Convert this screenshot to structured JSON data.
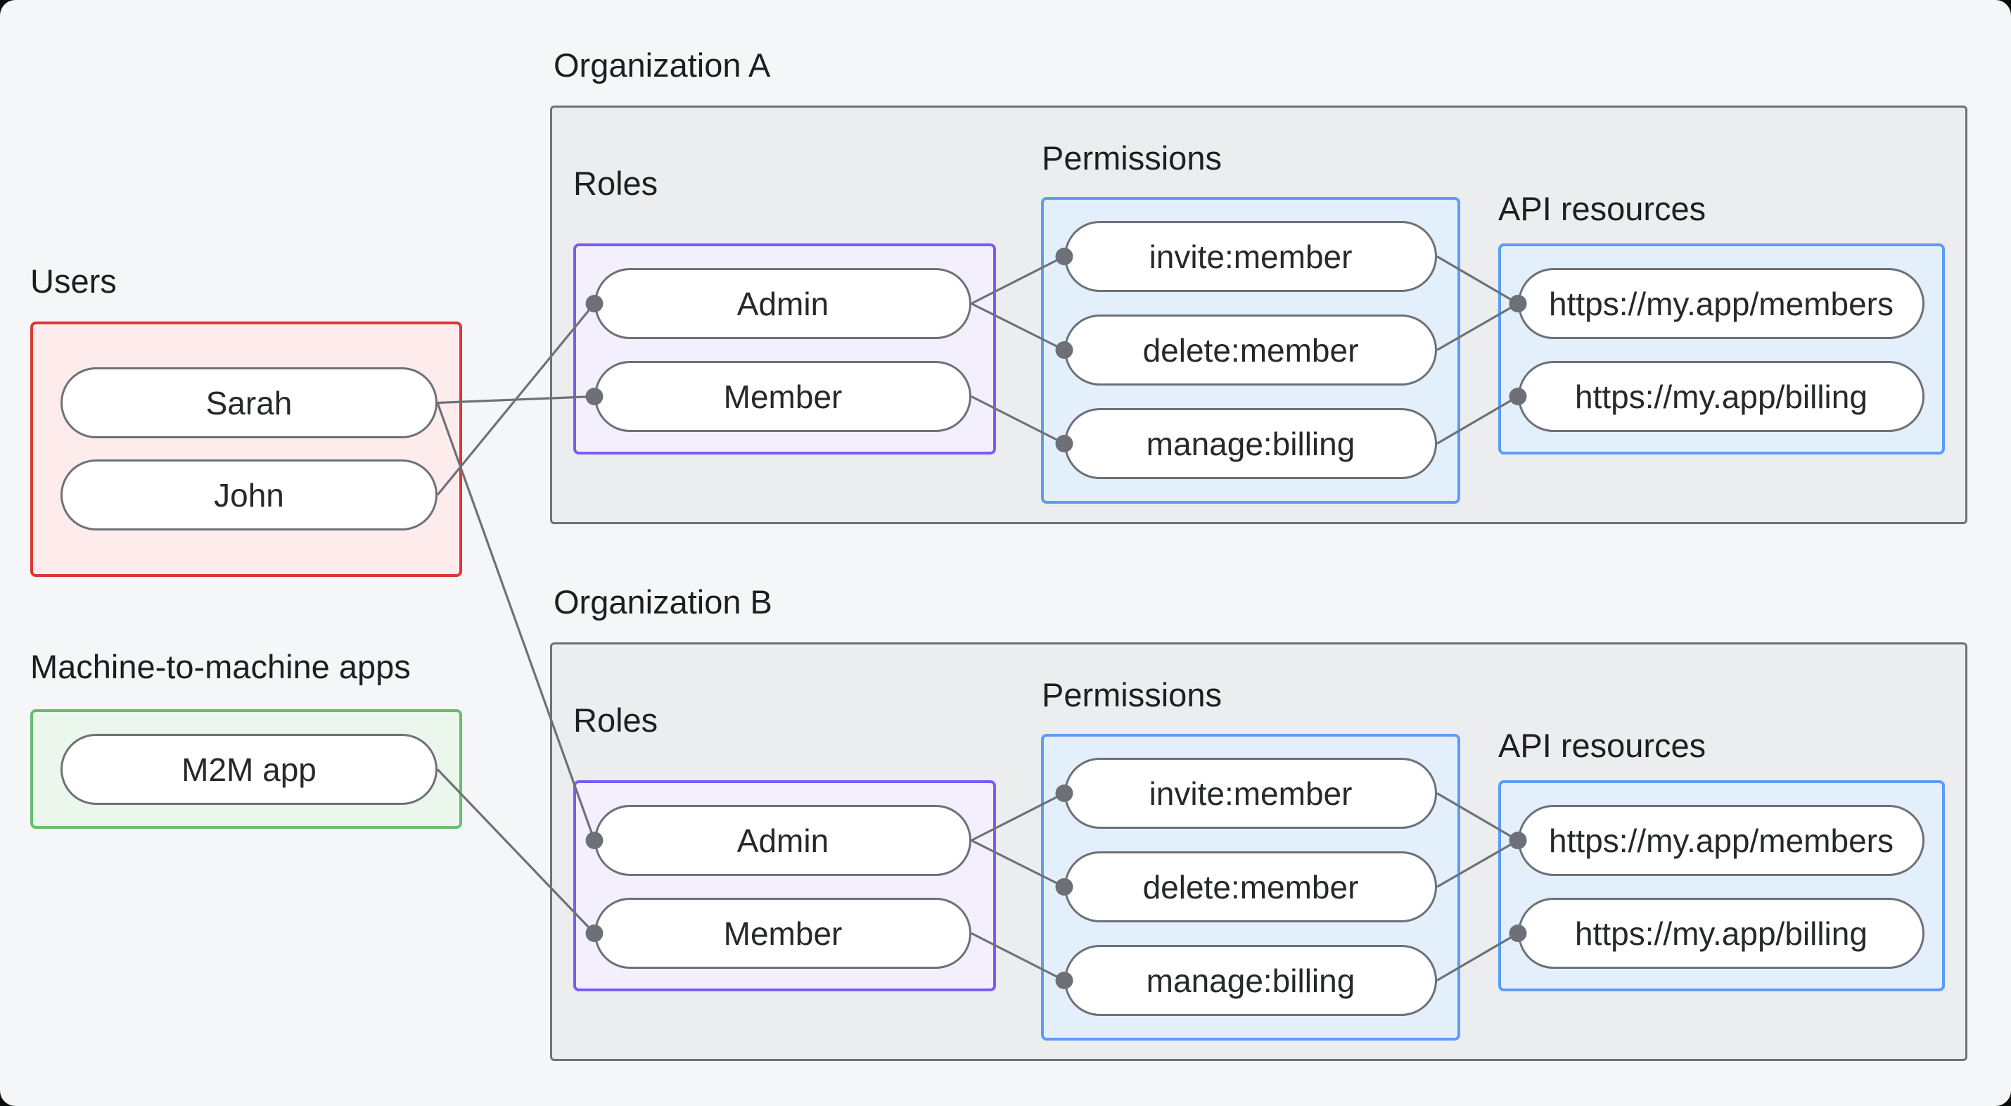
{
  "page": {
    "background": "#f5f6f7",
    "outer_background": "#0c0e0d",
    "text_color": "#1c1e21",
    "line_color": "#6d7177"
  },
  "groups": {
    "users": {
      "label": "Users",
      "accent": "#da3732",
      "fill": "#fdeceb",
      "nodes": [
        {
          "id": "sarah",
          "label": "Sarah"
        },
        {
          "id": "john",
          "label": "John"
        }
      ]
    },
    "m2m": {
      "label": "Machine-to-machine apps",
      "accent": "#68bd70",
      "fill": "#ebf7ec",
      "nodes": [
        {
          "id": "m2m",
          "label": "M2M app"
        }
      ]
    }
  },
  "organizations": [
    {
      "title": "Organization A",
      "box_fill": "#ebedee",
      "box_border": "#6d7177",
      "roles": {
        "label": "Roles",
        "accent": "#7a5af8",
        "fill": "#f4effc",
        "nodes": [
          {
            "id": "a-admin",
            "label": "Admin"
          },
          {
            "id": "a-member",
            "label": "Member"
          }
        ]
      },
      "permissions": {
        "label": "Permissions",
        "accent": "#5b9cf6",
        "fill": "#e4effc",
        "nodes": [
          {
            "id": "a-invite",
            "label": "invite:member"
          },
          {
            "id": "a-delete",
            "label": "delete:member"
          },
          {
            "id": "a-manage",
            "label": "manage:billing"
          }
        ]
      },
      "api_resources": {
        "label": "API resources",
        "accent": "#5b9cf6",
        "fill": "#e4effc",
        "nodes": [
          {
            "id": "a-members",
            "label": "https://my.app/members"
          },
          {
            "id": "a-billing",
            "label": "https://my.app/billing"
          }
        ]
      }
    },
    {
      "title": "Organization B",
      "box_fill": "#ebedee",
      "box_border": "#6d7177",
      "roles": {
        "label": "Roles",
        "accent": "#7a5af8",
        "fill": "#f4effc",
        "nodes": [
          {
            "id": "b-admin",
            "label": "Admin"
          },
          {
            "id": "b-member",
            "label": "Member"
          }
        ]
      },
      "permissions": {
        "label": "Permissions",
        "accent": "#5b9cf6",
        "fill": "#e4effc",
        "nodes": [
          {
            "id": "b-invite",
            "label": "invite:member"
          },
          {
            "id": "b-delete",
            "label": "delete:member"
          },
          {
            "id": "b-manage",
            "label": "manage:billing"
          }
        ]
      },
      "api_resources": {
        "label": "API resources",
        "accent": "#5b9cf6",
        "fill": "#e4effc",
        "nodes": [
          {
            "id": "b-members",
            "label": "https://my.app/members"
          },
          {
            "id": "b-billing",
            "label": "https://my.app/billing"
          }
        ]
      }
    }
  ],
  "edges": [
    {
      "from": "sarah",
      "to": "a-member"
    },
    {
      "from": "sarah",
      "to": "b-admin"
    },
    {
      "from": "john",
      "to": "a-admin"
    },
    {
      "from": "m2m",
      "to": "b-member"
    },
    {
      "from": "a-admin",
      "to": "a-invite"
    },
    {
      "from": "a-admin",
      "to": "a-delete"
    },
    {
      "from": "a-member",
      "to": "a-manage"
    },
    {
      "from": "a-invite",
      "to": "a-members"
    },
    {
      "from": "a-delete",
      "to": "a-members"
    },
    {
      "from": "a-manage",
      "to": "a-billing"
    },
    {
      "from": "b-admin",
      "to": "b-invite"
    },
    {
      "from": "b-admin",
      "to": "b-delete"
    },
    {
      "from": "b-member",
      "to": "b-manage"
    },
    {
      "from": "b-invite",
      "to": "b-members"
    },
    {
      "from": "b-delete",
      "to": "b-members"
    },
    {
      "from": "b-manage",
      "to": "b-billing"
    }
  ]
}
